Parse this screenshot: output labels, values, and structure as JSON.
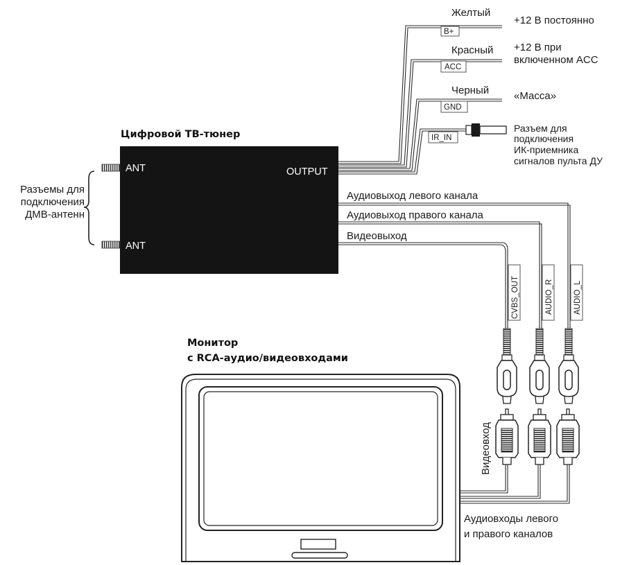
{
  "tuner": {
    "title": "Цифровой ТВ-тюнер",
    "ant_top": "ANT",
    "ant_bottom": "ANT",
    "output": "OUTPUT"
  },
  "antennas_note": [
    "Разъемы для",
    "подключения",
    "ДМВ-антенн"
  ],
  "power_wires": [
    {
      "color_name": "Желтый",
      "tag": "B+",
      "desc": [
        "+12 В постоянно"
      ]
    },
    {
      "color_name": "Красный",
      "tag": "ACC",
      "desc": [
        "+12 В при",
        "включенном ACC"
      ]
    },
    {
      "color_name": "Черный",
      "tag": "GND",
      "desc": [
        "«Масса»"
      ]
    }
  ],
  "ir": {
    "tag": "IR_IN",
    "desc": [
      "Разъем для",
      "подключения",
      "ИК-приемника",
      "сигналов пульта ДУ"
    ]
  },
  "av_outputs": [
    {
      "label": "Аудиовыход левого канала",
      "tag": "AUDIO_L"
    },
    {
      "label": "Аудиовыход правого канала",
      "tag": "AUDIO_R"
    },
    {
      "label": "Видеовыход",
      "tag": "CVBS_OUT"
    }
  ],
  "monitor": {
    "title_line1": "Монитор",
    "title_line2": "с RCA-аудио/видеовходами",
    "video_in": "Видеовход",
    "audio_in": [
      "Аудиовходы левого",
      "и правого каналов"
    ]
  },
  "colors": {
    "tuner_body": "#141414",
    "wire": "#2a2a2a"
  }
}
